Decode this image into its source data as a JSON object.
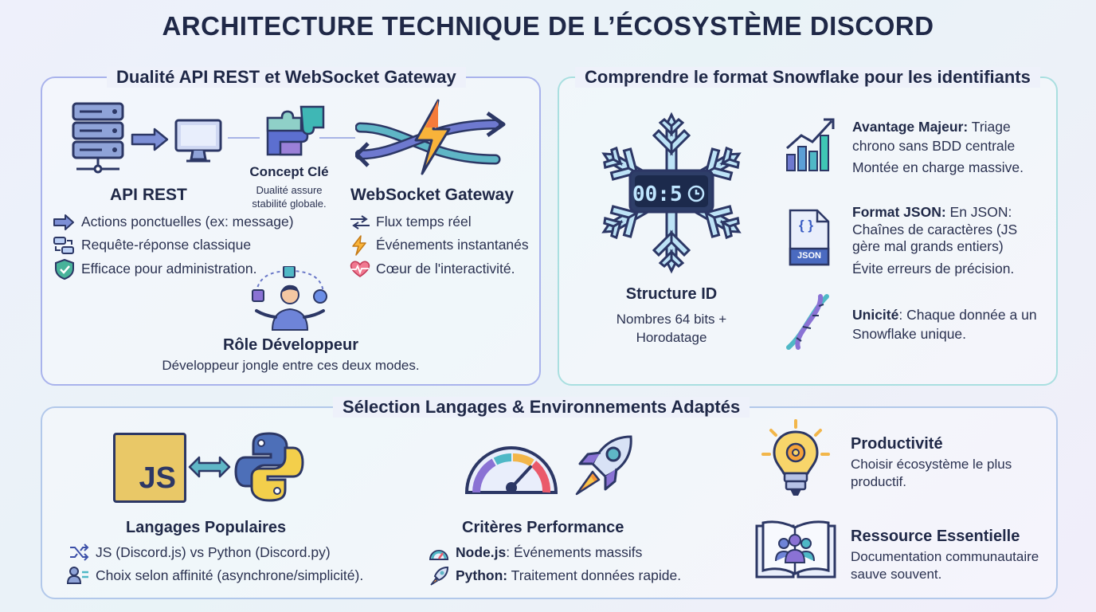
{
  "title": "ARCHITECTURE TECHNIQUE DE L’ÉCOSYSTÈME DISCORD",
  "panel1": {
    "title": "Dualité API REST et WebSocket Gateway",
    "rest": {
      "heading": "API REST",
      "items": [
        "Actions ponctuelles (ex: message)",
        "Requête-réponse classique",
        "Efficace pour administration."
      ]
    },
    "concept": {
      "heading": "Concept Clé",
      "line1": "Dualité assure",
      "line2": "stabilité globale."
    },
    "ws": {
      "heading": "WebSocket Gateway",
      "items": [
        "Flux temps réel",
        "Événements instantanés",
        "Cœur de l'interactivité."
      ]
    },
    "dev": {
      "heading": "Rôle Développeur",
      "text": "Développeur jongle entre ces deux modes."
    }
  },
  "panel2": {
    "title": "Comprendre le format Snowflake pour les identifiants",
    "clock": "00:5",
    "structure": {
      "heading": "Structure ID",
      "line1": "Nombres 64 bits +",
      "line2": "Horodatage"
    },
    "advantage": {
      "label": "Avantage Majeur:",
      "line1": " Triage",
      "line2": "chrono sans BDD centrale",
      "line3": "Montée en charge massive."
    },
    "json": {
      "label": "Format JSON:",
      "line1": " En JSON:",
      "line2": "Chaînes de caractères (JS",
      "line3": "gère mal grands entiers)",
      "line4": "Évite erreurs de précision.",
      "badge": "JSON",
      "glyph": "{ }"
    },
    "unique": {
      "label": "Unicité",
      "line1": ": Chaque donnée a un",
      "line2": "Snowflake unique."
    }
  },
  "panel3": {
    "title": "Sélection Langages & Environnements Adaptés",
    "js_logo": "JS",
    "languages": {
      "heading": "Langages Populaires",
      "item1": "JS (Discord.js) vs Python (Discord.py)",
      "item2": "Choix selon affinité (asynchrone/simplicité)."
    },
    "performance": {
      "heading": "Critères Performance",
      "item1_label": "Node.js",
      "item1_text": ": Événements massifs",
      "item2_label": "Python:",
      "item2_text": " Traitement données rapide."
    },
    "productivity": {
      "heading": "Productivité",
      "line1": "Choisir écosystème le plus",
      "line2": "productif."
    },
    "resource": {
      "heading": "Ressource Essentielle",
      "line1": "Documentation communautaire",
      "line2": "sauve souvent."
    }
  },
  "colors": {
    "accent": "#3b4fa8",
    "teal": "#2bb0b8",
    "text": "#1f2847"
  }
}
